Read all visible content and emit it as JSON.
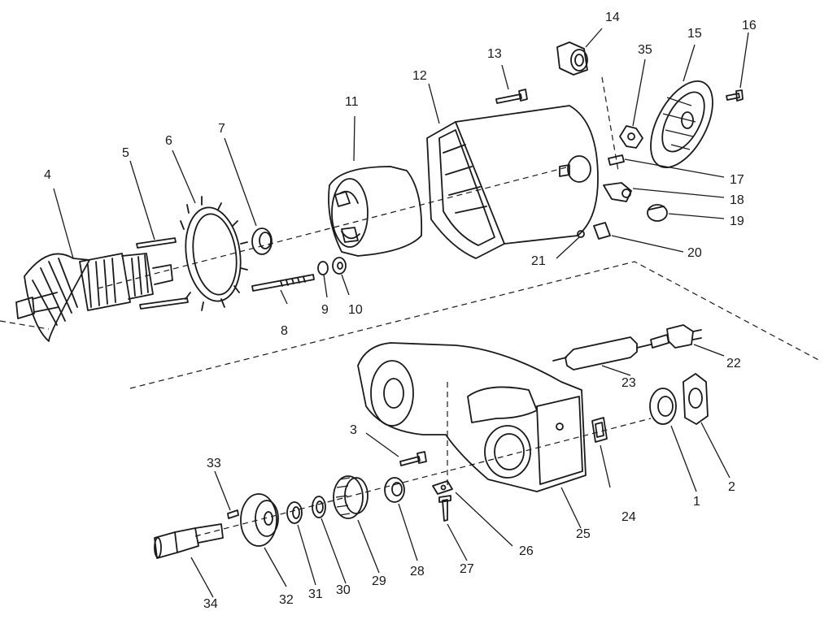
{
  "diagram": {
    "type": "exploded-parts-diagram",
    "callouts": [
      {
        "id": "1",
        "label": "1"
      },
      {
        "id": "2",
        "label": "2"
      },
      {
        "id": "3",
        "label": "3"
      },
      {
        "id": "4",
        "label": "4"
      },
      {
        "id": "5",
        "label": "5"
      },
      {
        "id": "6",
        "label": "6"
      },
      {
        "id": "7",
        "label": "7"
      },
      {
        "id": "8",
        "label": "8"
      },
      {
        "id": "9",
        "label": "9"
      },
      {
        "id": "10",
        "label": "10"
      },
      {
        "id": "11",
        "label": "11"
      },
      {
        "id": "12",
        "label": "12"
      },
      {
        "id": "13",
        "label": "13"
      },
      {
        "id": "14",
        "label": "14"
      },
      {
        "id": "15",
        "label": "15"
      },
      {
        "id": "16",
        "label": "16"
      },
      {
        "id": "17",
        "label": "17"
      },
      {
        "id": "18",
        "label": "18"
      },
      {
        "id": "19",
        "label": "19"
      },
      {
        "id": "20",
        "label": "20"
      },
      {
        "id": "21",
        "label": "21"
      },
      {
        "id": "22",
        "label": "22"
      },
      {
        "id": "23",
        "label": "23"
      },
      {
        "id": "24",
        "label": "24"
      },
      {
        "id": "25",
        "label": "25"
      },
      {
        "id": "26",
        "label": "26"
      },
      {
        "id": "27",
        "label": "27"
      },
      {
        "id": "28",
        "label": "28"
      },
      {
        "id": "29",
        "label": "29"
      },
      {
        "id": "30",
        "label": "30"
      },
      {
        "id": "31",
        "label": "31"
      },
      {
        "id": "32",
        "label": "32"
      },
      {
        "id": "33",
        "label": "33"
      },
      {
        "id": "34",
        "label": "34"
      },
      {
        "id": "35",
        "label": "35"
      }
    ]
  }
}
